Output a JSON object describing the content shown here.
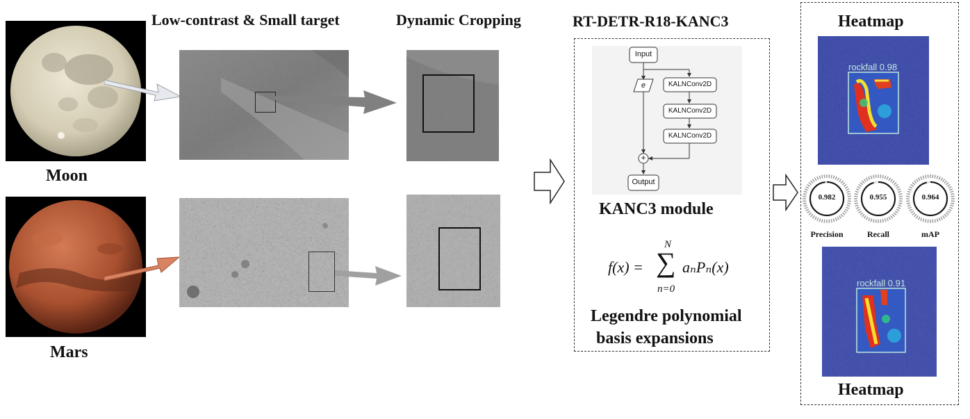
{
  "headers": {
    "stage1": "Low-contrast & Small target",
    "stage2": "Dynamic Cropping",
    "model": "RT-DETR-R18-KANC3",
    "heatmap_top": "Heatmap",
    "heatmap_bottom": "Heatmap"
  },
  "planets": {
    "moon": "Moon",
    "mars": "Mars"
  },
  "module": {
    "input": "Input",
    "e": "e",
    "conv1": "KALNConv2D",
    "conv2": "KALNConv2D",
    "conv3": "KALNConv2D",
    "plus": "+",
    "output": "Output",
    "caption": "KANC3 module"
  },
  "formula": {
    "lhs": "f(x) =",
    "upper": "N",
    "lower": "n=0",
    "sigma": "∑",
    "term": "aₙPₙ(x)",
    "caption_line1": "Legendre polynomial",
    "caption_line2": "basis expansions"
  },
  "detections": {
    "top": "rockfall 0.98",
    "bottom": "rockfall 0.91"
  },
  "metrics": [
    {
      "name": "Precision",
      "value": "0.982",
      "fraction": 0.982
    },
    {
      "name": "Recall",
      "value": "0.955",
      "fraction": 0.955
    },
    {
      "name": "mAP",
      "value": "0.964",
      "fraction": 0.964
    }
  ],
  "colors": {
    "moon": "#d8d2bc",
    "mars": "#b5583a",
    "heat_bg": "#3a4aa8",
    "heat_hot": "#e03020"
  }
}
